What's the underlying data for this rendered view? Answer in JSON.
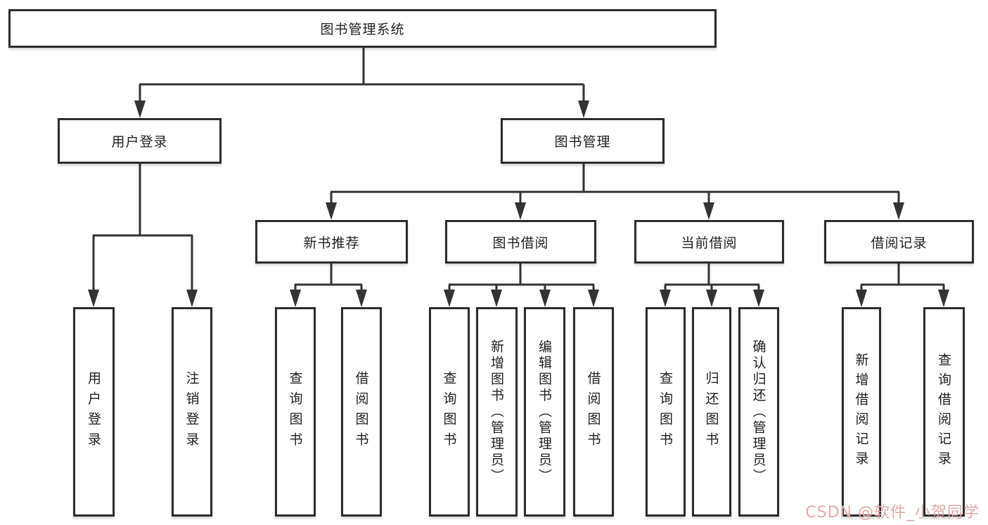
{
  "diagram": {
    "type": "hierarchy-tree",
    "root": {
      "label": "图书管理系统"
    },
    "level1": {
      "user_login": {
        "label": "用户登录"
      },
      "book_mgmt": {
        "label": "图书管理"
      }
    },
    "user_login_children": {
      "login": {
        "label": "用户登录"
      },
      "logout": {
        "label": "注销登录"
      }
    },
    "book_mgmt_children": {
      "new_book_rec": {
        "label": "新书推荐"
      },
      "book_borrow": {
        "label": "图书借阅"
      },
      "current_borrow": {
        "label": "当前借阅"
      },
      "borrow_records": {
        "label": "借阅记录"
      }
    },
    "new_book_rec_children": {
      "query_books": {
        "label": "查询图书"
      },
      "borrow_books": {
        "label": "借阅图书"
      }
    },
    "book_borrow_children": {
      "query_books": {
        "label": "查询图书"
      },
      "add_books": {
        "label": "新增图书（管理员）"
      },
      "edit_books": {
        "label": "编辑图书（管理员）"
      },
      "borrow_books": {
        "label": "借阅图书"
      }
    },
    "current_borrow_children": {
      "query_books": {
        "label": "查询图书"
      },
      "return_books": {
        "label": "归还图书"
      },
      "confirm_return": {
        "label": "确认归还（管理员）"
      }
    },
    "borrow_records_children": {
      "add_record": {
        "label": "新增借阅记录"
      },
      "query_record": {
        "label": "查询借阅记录"
      }
    }
  },
  "watermark": {
    "text": "CSDN @软件_小贺同学",
    "color": "#e2a9a9"
  },
  "colors": {
    "line": "#333333",
    "box_border": "#2d2d2d",
    "box_fill": "#ffffff",
    "text": "#1f1f1f"
  }
}
